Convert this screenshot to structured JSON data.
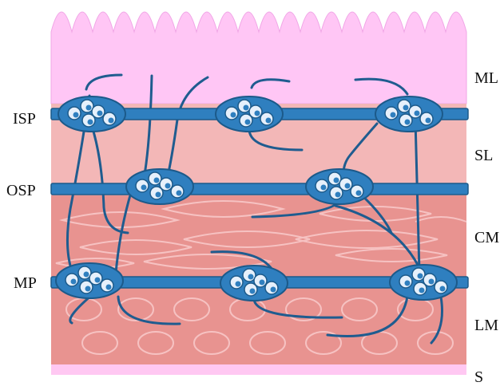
{
  "labels": {
    "left": {
      "isp": "ISP",
      "osp": "OSP",
      "mp": "MP"
    },
    "right": {
      "ml": "ML",
      "sl": "SL",
      "cm": "CM",
      "lm": "LM",
      "s": "S"
    }
  },
  "colors": {
    "mucosa": "#ffc6f5",
    "mucosa_outline": "#f0a6e6",
    "submucosa": "#f3b7b7",
    "muscle": "#e89390",
    "serosa": "#ffc8f2",
    "plexus": "#2f7fbf",
    "plexus_dark": "#1c5a8a",
    "fiber": "#1f5c8f",
    "cell_white": "#e6f0fb",
    "muscle_pattern": "#f6c2c2"
  }
}
